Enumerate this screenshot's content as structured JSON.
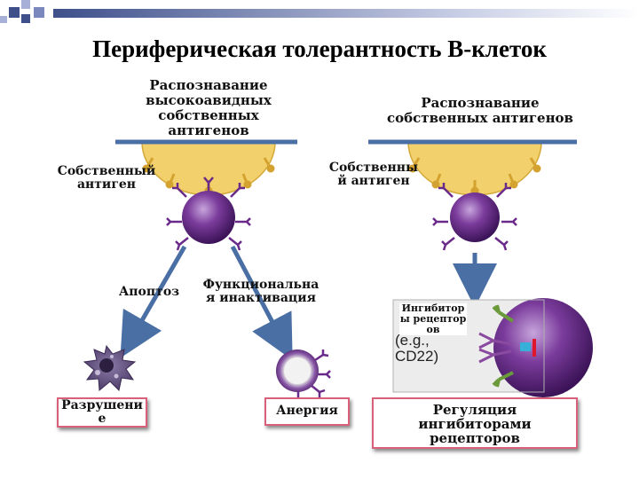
{
  "title": "Периферическая толерантность В-клеток",
  "left_panel": {
    "heading": "Распознавание высокоавидных собственных антигенов",
    "self_antigen": "Собственный антиген",
    "apoptosis": "Апоптоз",
    "functional_inactivation": "Функциональная инактивация",
    "destruction": "Разрушение",
    "anergy": "Анергия"
  },
  "right_panel": {
    "heading": "Распознавание собственных антигенов",
    "self_antigen": "Собственный антиген",
    "inhibitory_receptors": "Ингибиторы рецепторов",
    "example": "(e.g., CD22)",
    "regulation": "Регуляция ингибиторами рецепторов"
  },
  "colors": {
    "accent_blue": "#4a6fa5",
    "cell_purple": "#6a2a8a",
    "antigen_cell": "#f2d06b",
    "box_border": "#d8607a",
    "deco_squares": "#3e4f8a"
  }
}
